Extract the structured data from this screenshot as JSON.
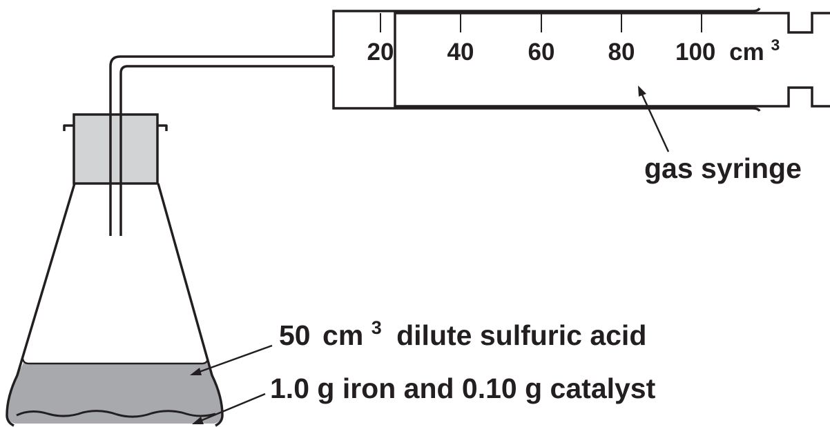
{
  "syringe": {
    "scale": {
      "ticks": [
        "20",
        "40",
        "60",
        "80",
        "100"
      ],
      "unit": "cm",
      "unit_exponent": "3"
    },
    "label": "gas syringe"
  },
  "flask": {
    "acid_label": {
      "amount": "50",
      "unit": "cm",
      "unit_exponent": "3",
      "rest": "dilute sulfuric acid"
    },
    "solid_label": "1.0 g iron and 0.10 g catalyst"
  },
  "colors": {
    "line": "#231f20",
    "bung": "#d1d3d4",
    "liquid": "#a7a9ac"
  }
}
